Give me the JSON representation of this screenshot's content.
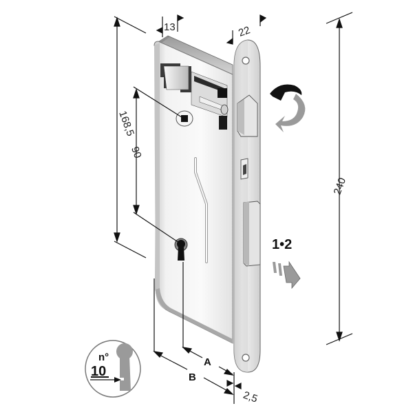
{
  "diagram": {
    "subject": "mortise lock technical drawing",
    "colors": {
      "background": "#ffffff",
      "lock_body": "#e8e8e8",
      "lock_shadow": "#bdbdbd",
      "faceplate": "#dcdcdc",
      "dimension_line": "#111111",
      "icon_gray": "#9a9a9a",
      "icon_black": "#111111"
    },
    "dimensions": {
      "body_thickness": "13",
      "faceplate_width": "22",
      "body_height": "168,5",
      "handle_to_key_distance": "90",
      "faceplate_height": "240",
      "backset_a": "A",
      "backset_b": "B",
      "faceplate_thickness": "2,5"
    },
    "icons": {
      "reversible_latch": "rotate-arrow-icon",
      "turns": "1•2",
      "throw_arrow": "throw-direction-arrow-icon",
      "key_badge_prefix": "n°",
      "key_badge_number": "10",
      "key_badge_icon": "keyhole-icon"
    }
  }
}
